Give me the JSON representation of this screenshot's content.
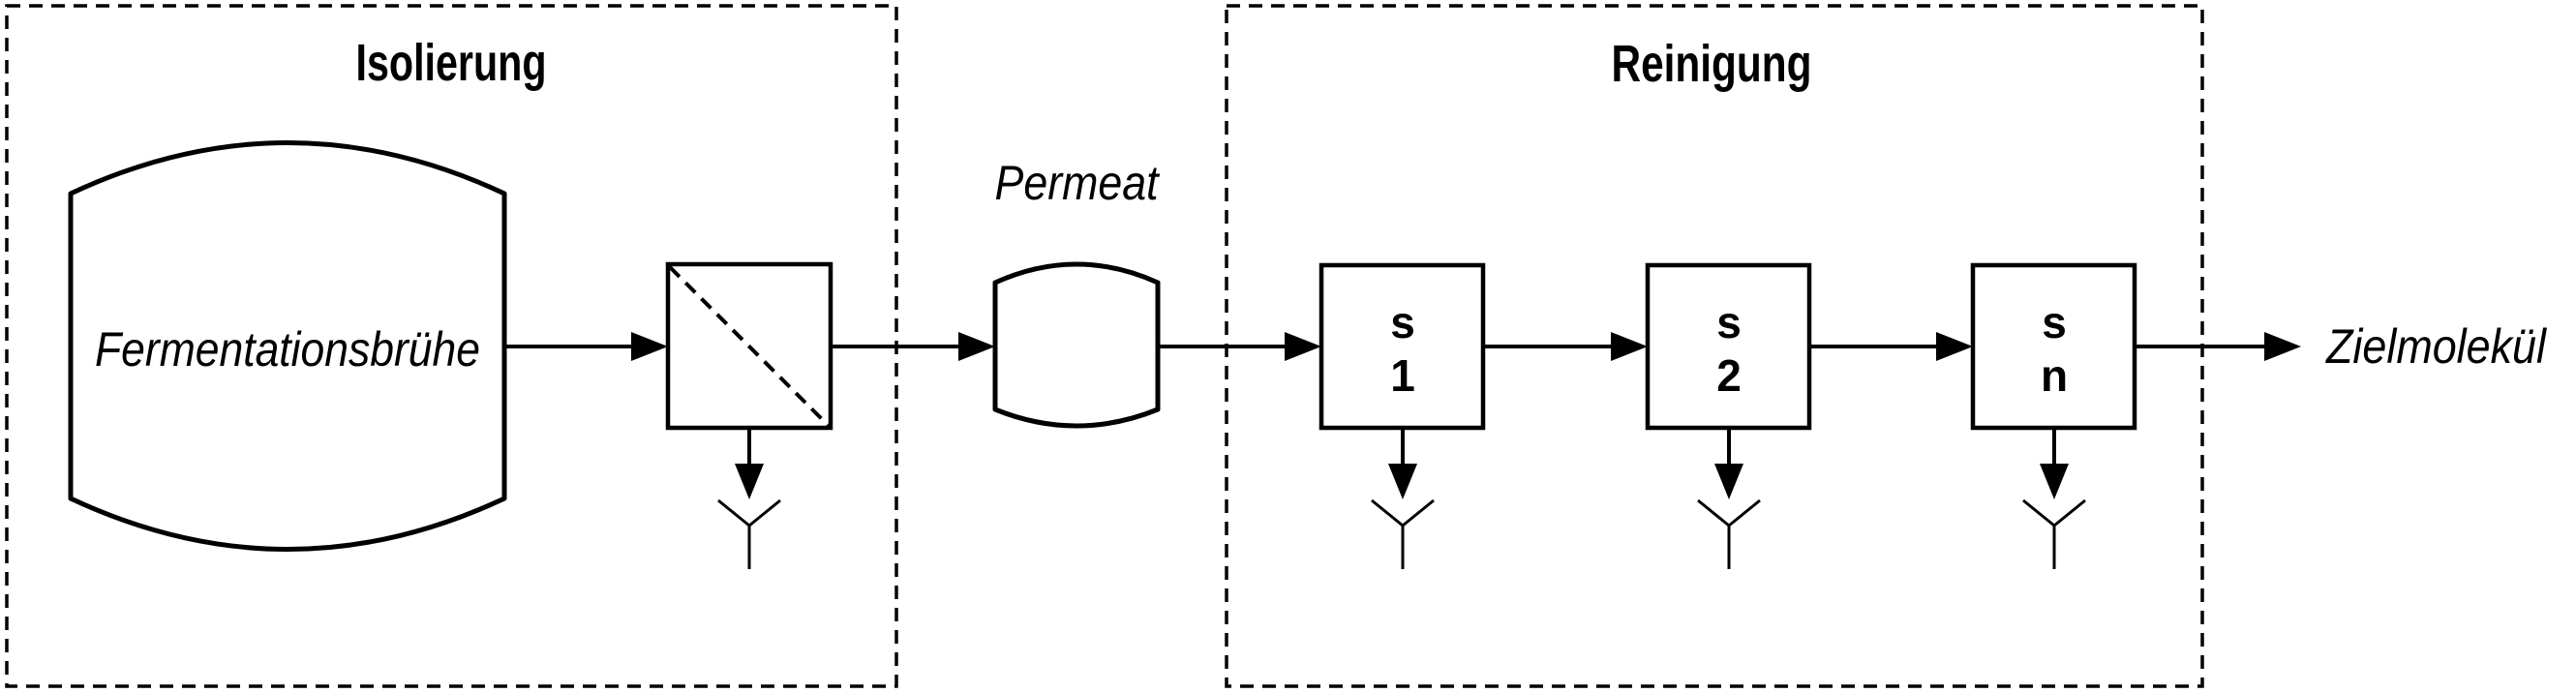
{
  "sections": [
    {
      "title": "Isolierung"
    },
    {
      "title": "Reinigung"
    }
  ],
  "labels": {
    "feed": "Fermentationsbrühe",
    "permeat": "Permeat",
    "target": "Zielmolekül"
  },
  "steps": [
    {
      "line1": "s",
      "line2": "1"
    },
    {
      "line1": "s",
      "line2": "2"
    },
    {
      "line1": "s",
      "line2": "n"
    }
  ],
  "colors": {
    "stroke": "#000000",
    "background": "#ffffff"
  }
}
